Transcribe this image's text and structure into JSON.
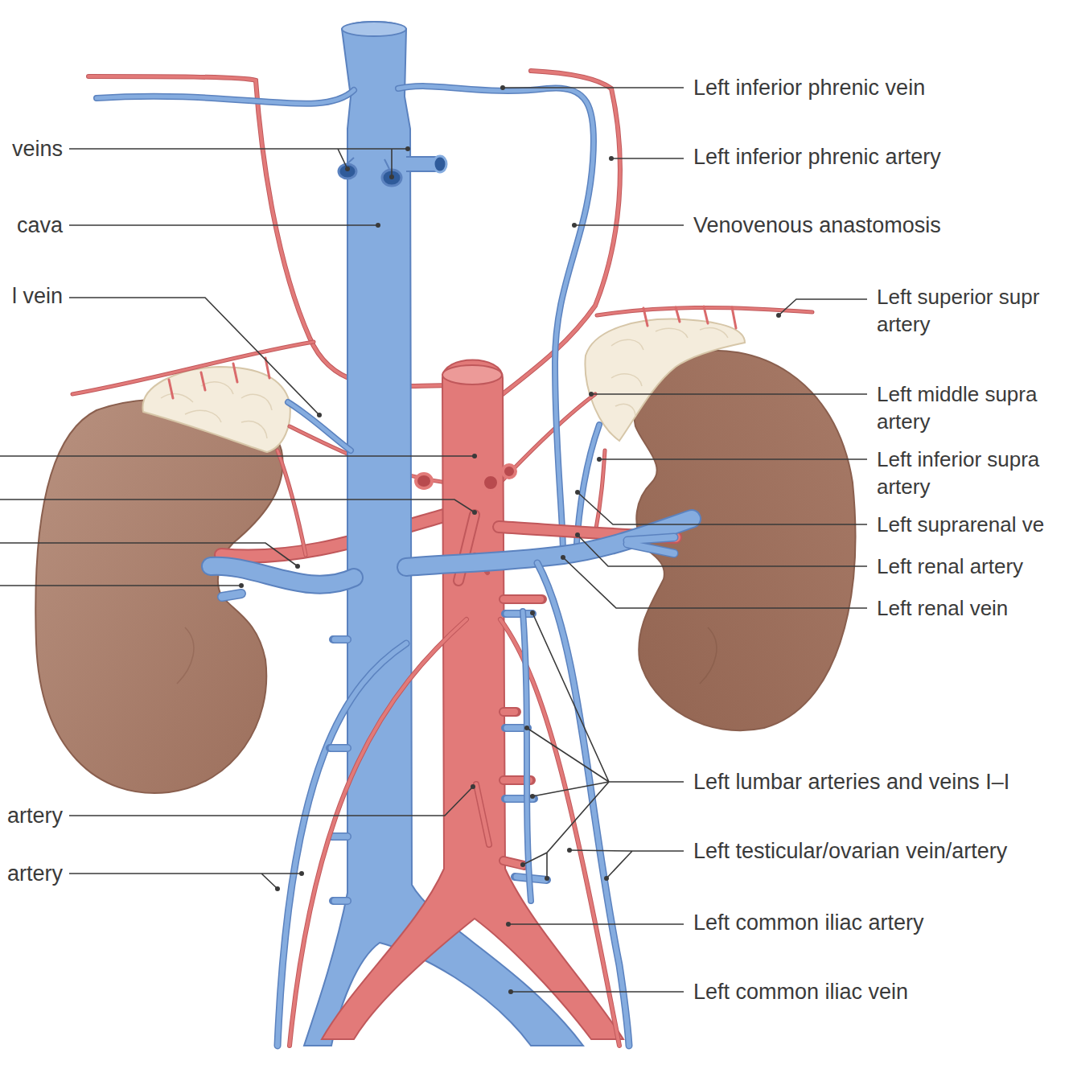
{
  "diagram": {
    "labels": [
      "Left inferior phrenic vein",
      "veins",
      "Left inferior phrenic artery",
      "cava",
      "Venovenous anastomosis",
      "l vein",
      "Left superior supr artery",
      "Left middle supra artery",
      "Left inferior supra artery",
      "Left suprarenal ve",
      "Left renal artery",
      "Left renal vein",
      "Left lumbar arteries and veins I–I",
      "artery",
      "Left testicular/ovarian vein/artery",
      "artery",
      "Left common iliac artery",
      "Left common iliac vein"
    ]
  }
}
